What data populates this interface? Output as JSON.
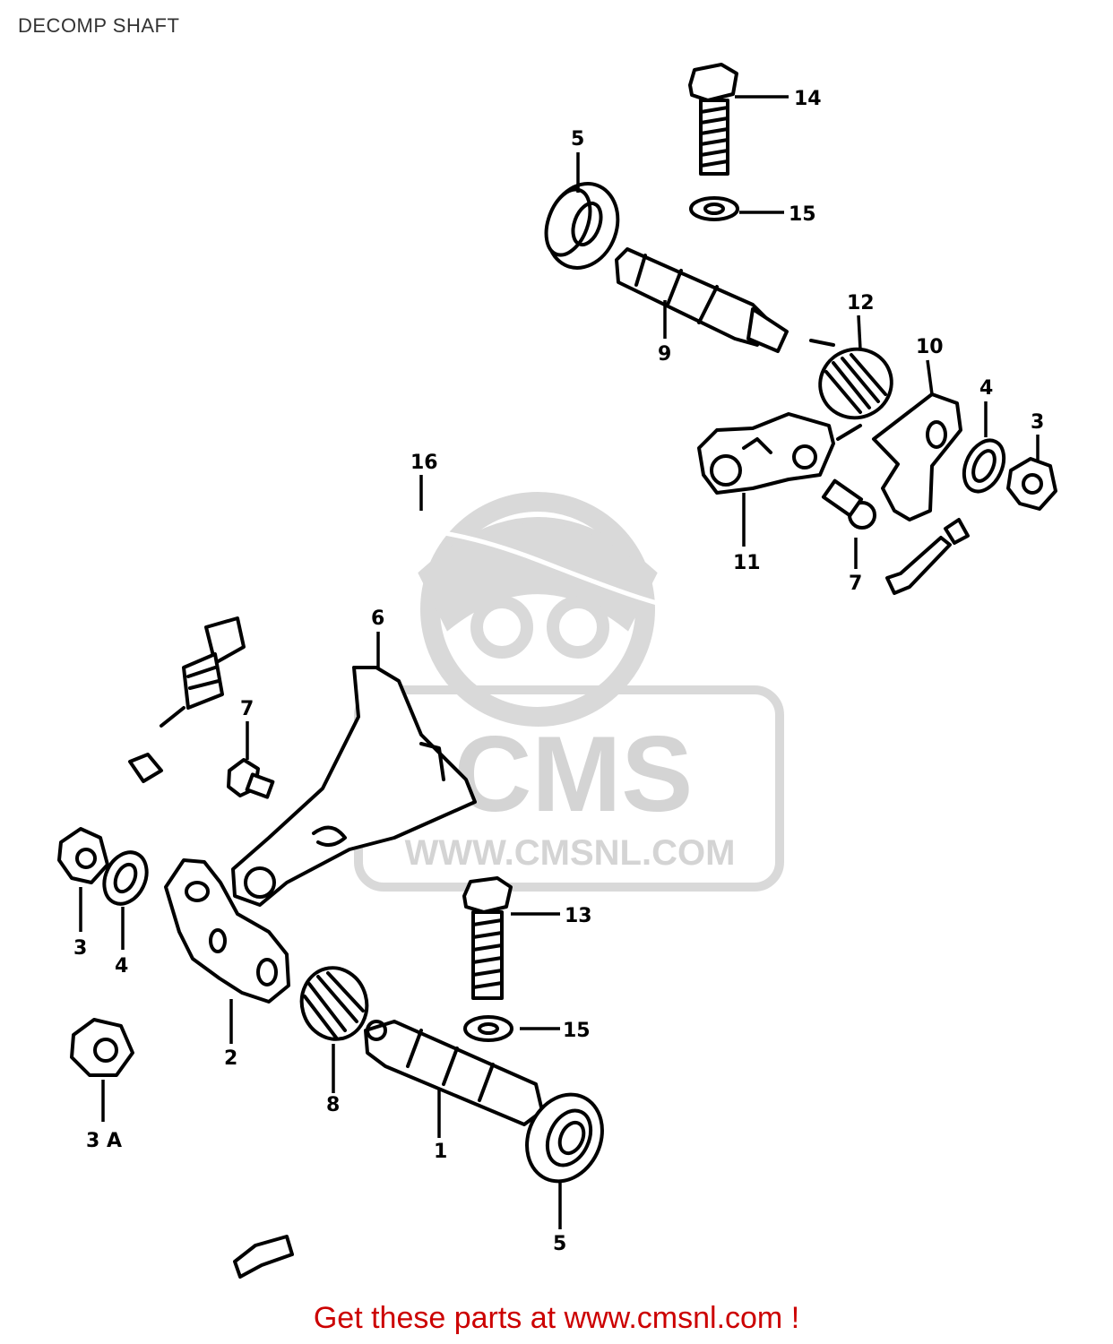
{
  "title": "DECOMP SHAFT",
  "watermark": {
    "logo": "CMS",
    "url": "WWW.CMSNL.COM"
  },
  "footer": "Get these parts at www.cmsnl.com !",
  "colors": {
    "footer": "#cc0000",
    "watermark": "#d9d9d9",
    "line": "#000000"
  },
  "labels": [
    "14",
    "5",
    "15",
    "9",
    "12",
    "10",
    "4",
    "3",
    "16",
    "11",
    "7",
    "6",
    "7",
    "3",
    "4",
    "13",
    "15",
    "2",
    "8",
    "1",
    "3 A",
    "5"
  ]
}
